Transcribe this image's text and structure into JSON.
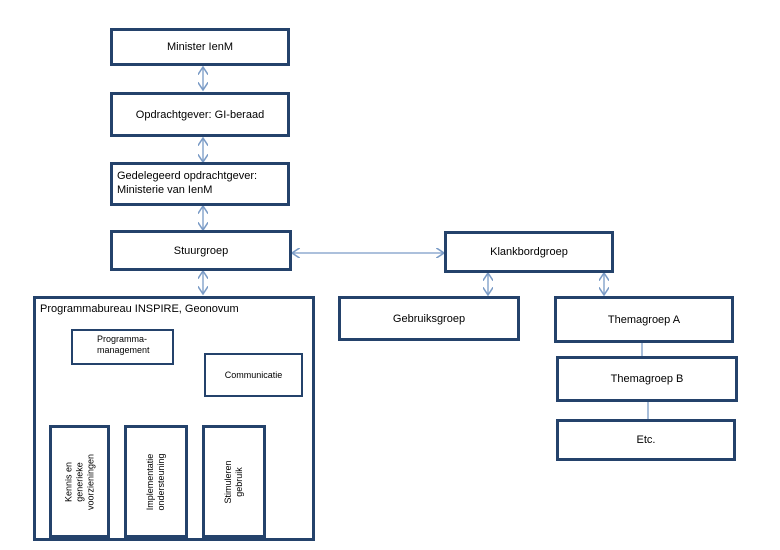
{
  "nodes": {
    "minister": "Minister IenM",
    "opdrachtgever": "Opdrachtgever: GI-beraad",
    "gedelegeerd_line1": "Gedelegeerd opdrachtgever:",
    "gedelegeerd_line2": "Ministerie van IenM",
    "stuurgroep": "Stuurgroep",
    "klankbordgroep": "Klankbordgroep",
    "programmabureau": "Programmabureau INSPIRE, Geonovum",
    "programma_line1": "Programma-",
    "programma_line2": "management",
    "communicatie": "Communicatie",
    "kennis_line1": "Kennis en",
    "kennis_line2": "generieke",
    "kennis_line3": "voorzieningen",
    "implementatie_line1": "Implementatie",
    "implementatie_line2": "ondersteuning",
    "stimuleren_line1": "Stimuleren",
    "stimuleren_line2": "gebruik",
    "gebruiksgroep": "Gebruiksgroep",
    "themagroep_a": "Themagroep A",
    "themagroep_b": "Themagroep B",
    "etc": "Etc."
  },
  "colors": {
    "box_border": "#24426b",
    "connector": "#7a9bc6"
  }
}
